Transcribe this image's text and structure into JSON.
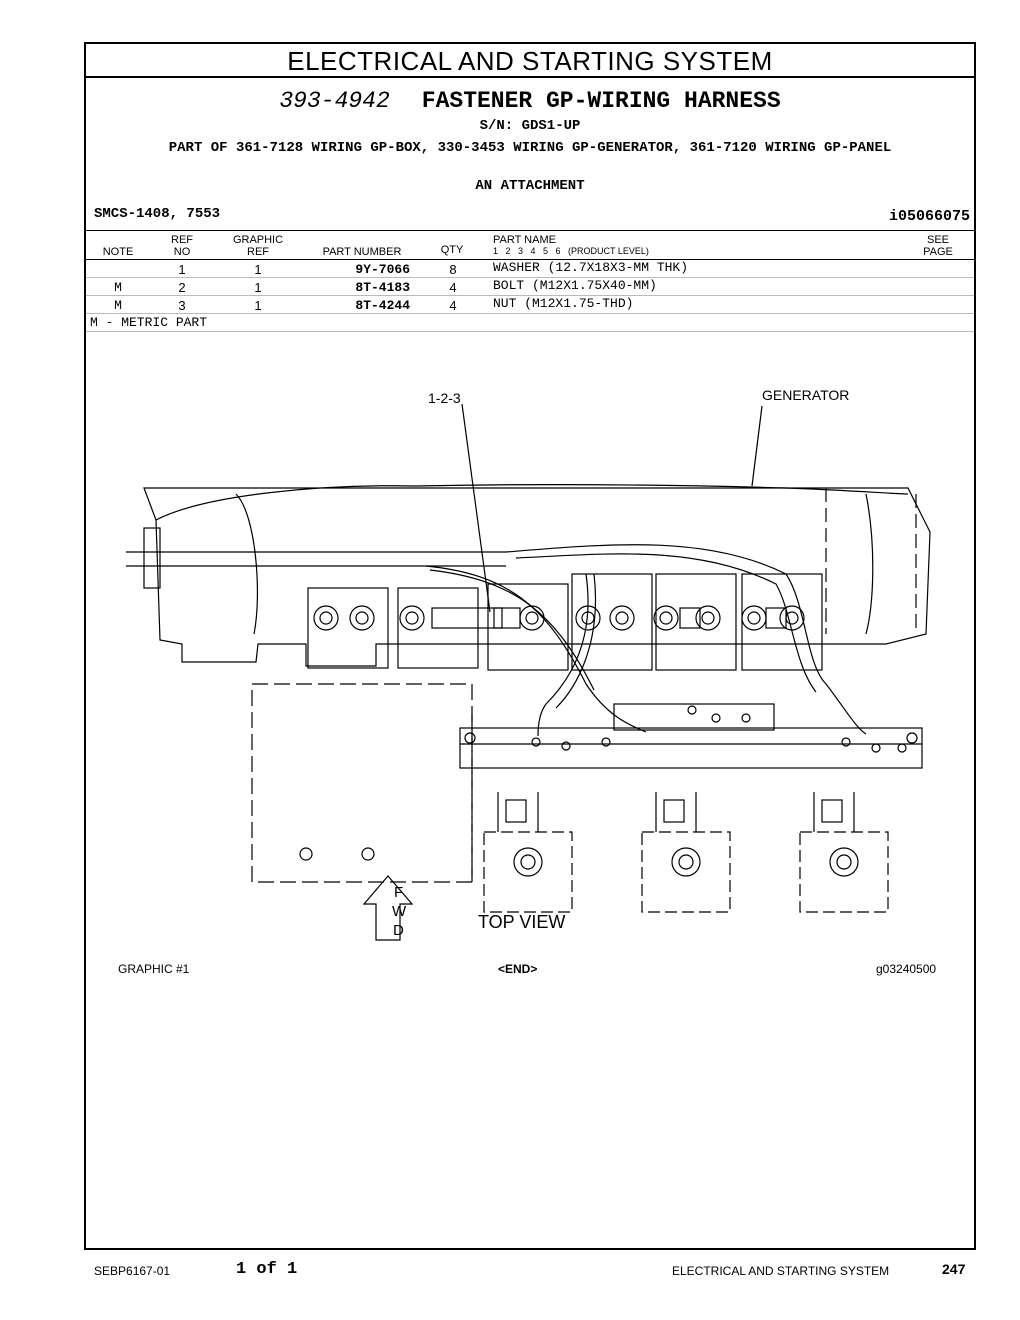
{
  "section_title": "ELECTRICAL AND STARTING SYSTEM",
  "group": {
    "number": "393-4942",
    "name": "FASTENER GP-WIRING HARNESS",
    "serial": "S/N: GDS1-UP",
    "part_of": "PART OF 361-7128 WIRING GP-BOX, 330-3453 WIRING GP-GENERATOR, 361-7120 WIRING GP-PANEL",
    "attachment": "AN ATTACHMENT"
  },
  "smcs": "SMCS-1408, 7553",
  "illustration_id": "i05066075",
  "table": {
    "headers": {
      "note": "NOTE",
      "ref_no_top": "REF",
      "ref_no_bottom": "NO",
      "graphic_ref_top": "GRAPHIC",
      "graphic_ref_bottom": "REF",
      "part_number": "PART NUMBER",
      "qty": "QTY",
      "part_name": "PART NAME",
      "product_level": "1   2   3   4   5   6   (PRODUCT LEVEL)",
      "see_page_top": "SEE",
      "see_page_bottom": "PAGE"
    },
    "rows": [
      {
        "note": "",
        "ref_no": "1",
        "graphic_ref": "1",
        "part_number": "9Y-7066",
        "qty": "8",
        "part_name": "WASHER (12.7X18X3-MM THK)"
      },
      {
        "note": "M",
        "ref_no": "2",
        "graphic_ref": "1",
        "part_number": "8T-4183",
        "qty": "4",
        "part_name": "BOLT (M12X1.75X40-MM)"
      },
      {
        "note": "M",
        "ref_no": "3",
        "graphic_ref": "1",
        "part_number": "8T-4244",
        "qty": "4",
        "part_name": "NUT (M12X1.75-THD)"
      }
    ],
    "footnote": "M - METRIC PART"
  },
  "drawing": {
    "callout": "1-2-3",
    "generator_label": "GENERATOR",
    "fwd_letters": [
      "F",
      "W",
      "D"
    ],
    "view_label": "TOP VIEW"
  },
  "graphic_number": "GRAPHIC #1",
  "end_marker": "<END>",
  "graphic_id": "g03240500",
  "footer": {
    "doc_number": "SEBP6167-01",
    "page_of": "1 of 1",
    "section": "ELECTRICAL AND STARTING SYSTEM",
    "page_number": "247"
  }
}
